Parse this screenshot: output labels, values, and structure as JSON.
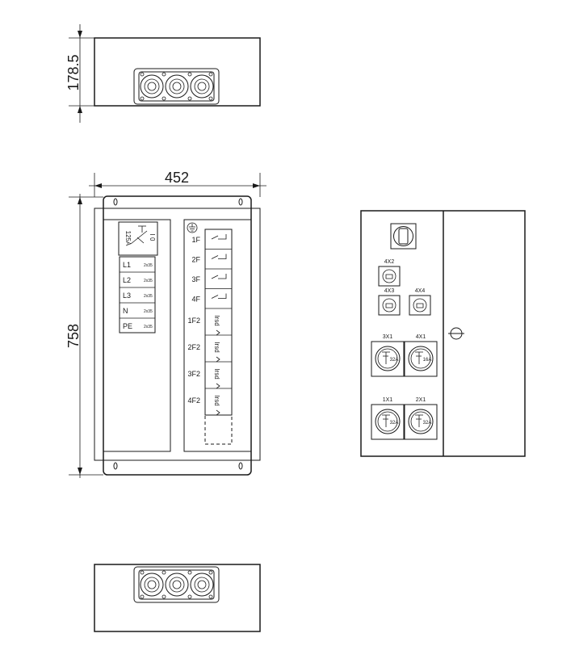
{
  "dimensions": {
    "depth": "178.5",
    "width": "452",
    "height": "758"
  },
  "main_switch": {
    "rating": "125A",
    "positions": "I 0"
  },
  "terminals": [
    "L1",
    "L2",
    "L3",
    "N",
    "PE"
  ],
  "terminal_size": "2x35",
  "breakers": [
    "1F",
    "2F",
    "3F",
    "4F"
  ],
  "rcds": [
    "1F2",
    "2F2",
    "3F2",
    "4F2"
  ],
  "rcd_label": "Irsd",
  "sockets_small": [
    "4X2",
    "4X3",
    "4X4"
  ],
  "sockets_cee": [
    {
      "id": "3X1",
      "rating": "32A"
    },
    {
      "id": "4X1",
      "rating": "16A"
    },
    {
      "id": "1X1",
      "rating": "32A"
    },
    {
      "id": "2X1",
      "rating": "32A"
    }
  ],
  "colors": {
    "line": "#1a1a1a",
    "background": "#ffffff"
  }
}
